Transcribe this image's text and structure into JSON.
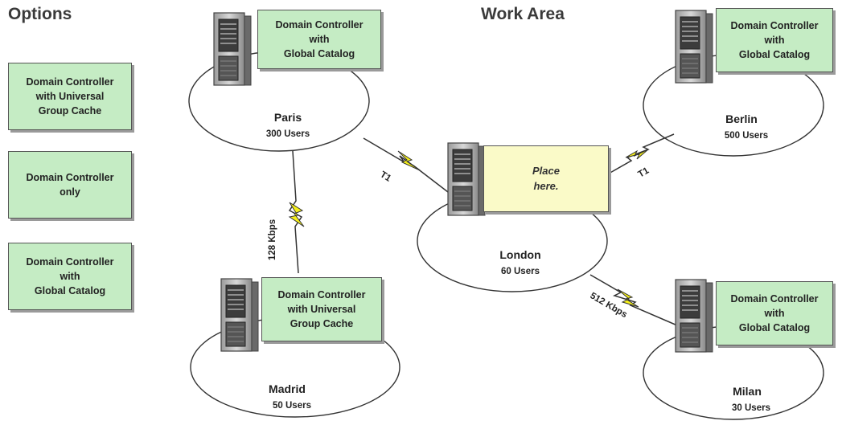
{
  "options": {
    "title": "Options",
    "items": [
      {
        "label": "Domain Controller\nwith Universal\nGroup Cache"
      },
      {
        "label": "Domain Controller\nonly"
      },
      {
        "label": "Domain Controller\nwith\nGlobal Catalog"
      }
    ]
  },
  "work_area": {
    "title": "Work Area",
    "drop_target": "Place\nhere.",
    "sites": {
      "paris": {
        "name": "Paris",
        "users": "300 Users",
        "dc": "Domain Controller\nwith\nGlobal Catalog"
      },
      "berlin": {
        "name": "Berlin",
        "users": "500 Users",
        "dc": "Domain Controller\nwith\nGlobal Catalog"
      },
      "london": {
        "name": "London",
        "users": "60 Users"
      },
      "madrid": {
        "name": "Madrid",
        "users": "50 Users",
        "dc": "Domain Controller\nwith Universal\nGroup Cache"
      },
      "milan": {
        "name": "Milan",
        "users": "30 Users",
        "dc": "Domain Controller\nwith\nGlobal Catalog"
      }
    },
    "links": {
      "paris_london": "T1",
      "london_berlin": "T1",
      "paris_madrid": "128 Kbps",
      "london_milan": "512 Kbps"
    }
  },
  "colors": {
    "dc_box": "#c5ecc4",
    "drop_target": "#fafac8",
    "link_bolt": "#f6f019"
  }
}
